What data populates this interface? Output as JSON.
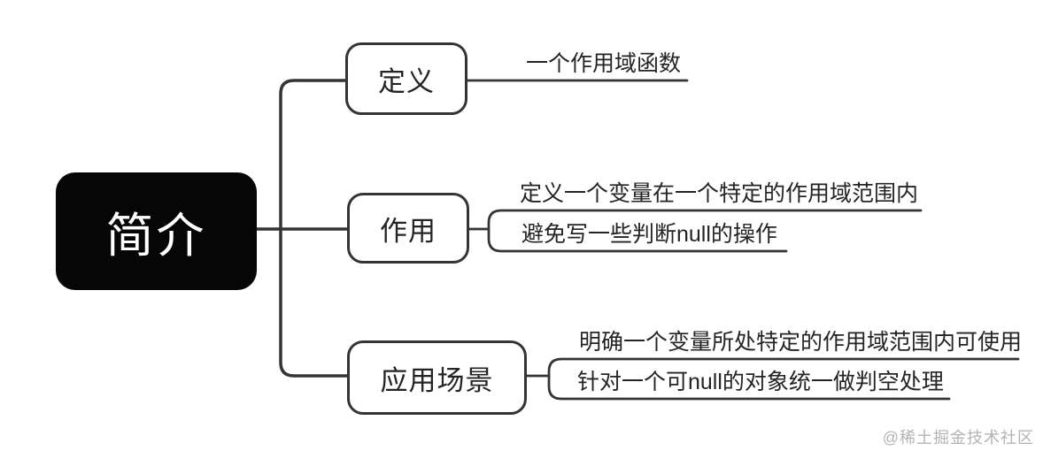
{
  "diagram": {
    "root": {
      "label": "简介"
    },
    "branches": [
      {
        "label": "定义",
        "leaves": [
          "一个作用域函数"
        ]
      },
      {
        "label": "作用",
        "leaves": [
          "定义一个变量在一个特定的作用域范围内",
          "避免写一些判断null的操作"
        ]
      },
      {
        "label": "应用场景",
        "leaves": [
          "明确一个变量所处特定的作用域范围内可使用",
          "针对一个可null的对象统一做判空处理"
        ]
      }
    ]
  },
  "watermark": "@稀土掘金技术社区",
  "colors": {
    "background": "#ffffff",
    "line": "#343434",
    "node_border": "#343434",
    "root_bg": "#060606",
    "root_text": "#ffffff",
    "text": "#242424",
    "watermark": "#a6a6a6"
  }
}
